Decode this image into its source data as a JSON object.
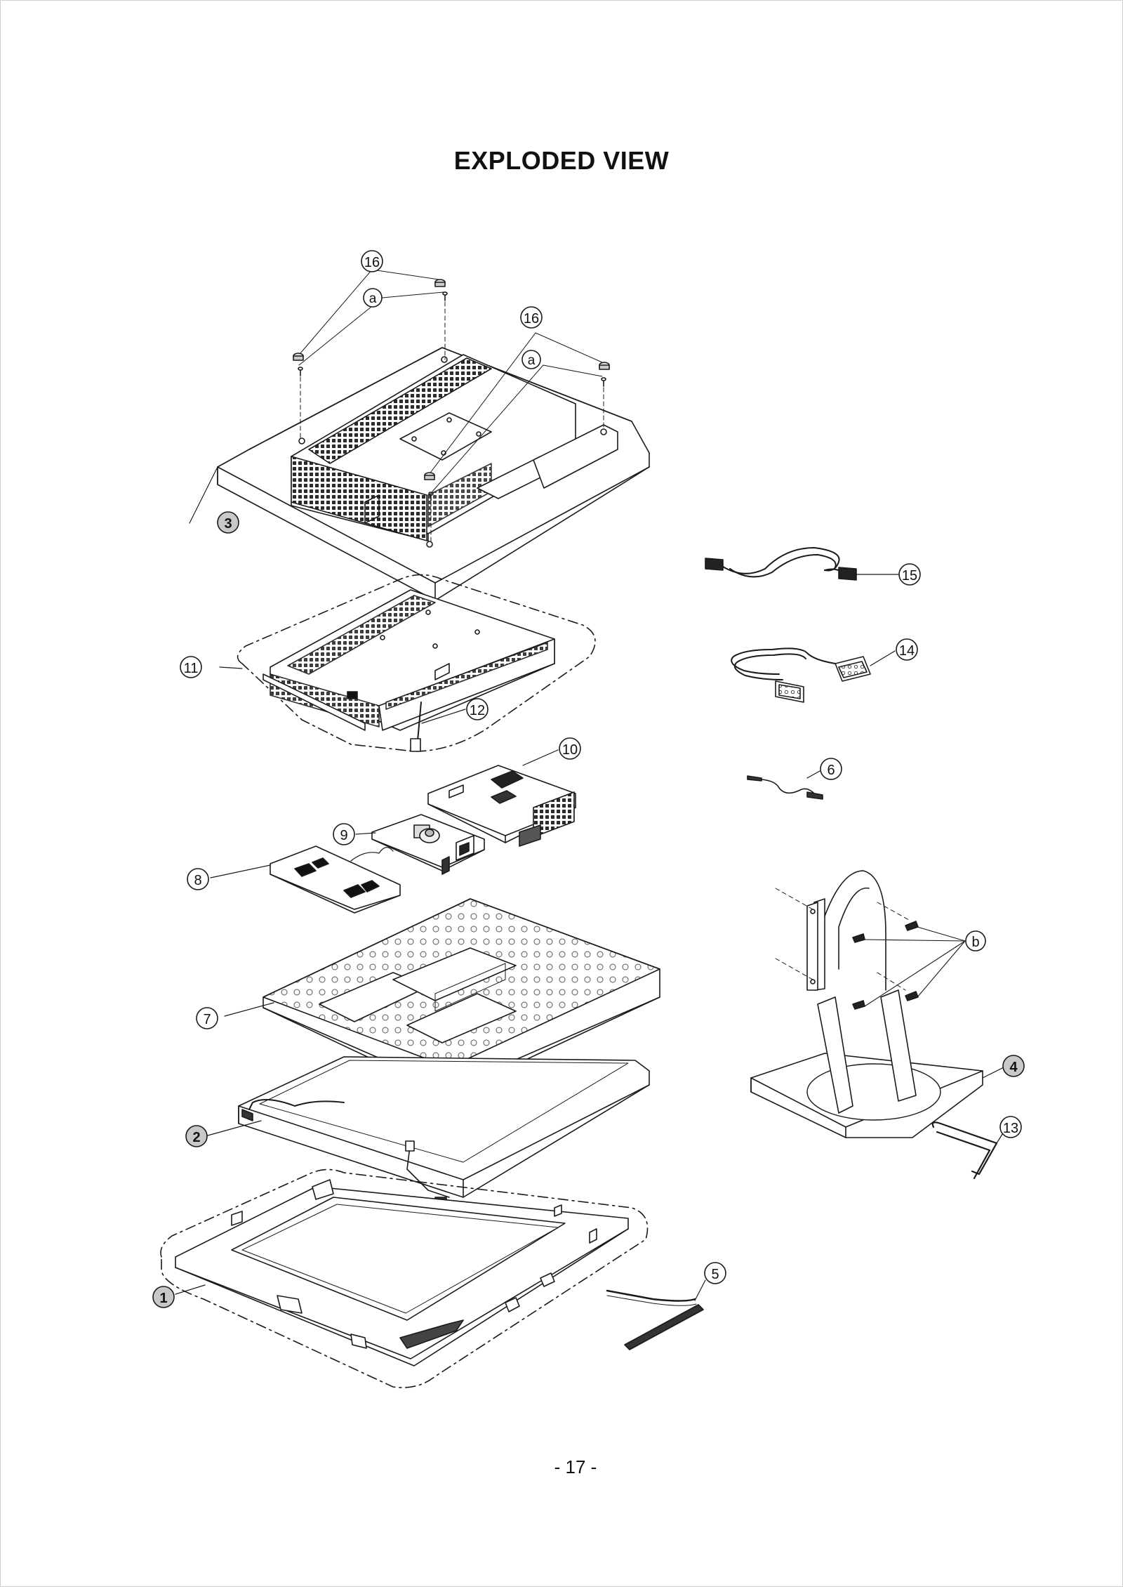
{
  "page": {
    "title": "EXPLODED VIEW",
    "page_number": "- 17 -"
  },
  "callouts": [
    {
      "id": "16",
      "label": "16",
      "style": "outline"
    },
    {
      "id": "16b",
      "label": "16",
      "style": "outline"
    },
    {
      "id": "a1",
      "label": "a",
      "style": "outline"
    },
    {
      "id": "a2",
      "label": "a",
      "style": "outline"
    },
    {
      "id": "3",
      "label": "3",
      "style": "shaded"
    },
    {
      "id": "15",
      "label": "15",
      "style": "outline"
    },
    {
      "id": "14",
      "label": "14",
      "style": "outline"
    },
    {
      "id": "11",
      "label": "11",
      "style": "outline"
    },
    {
      "id": "12",
      "label": "12",
      "style": "outline"
    },
    {
      "id": "10",
      "label": "10",
      "style": "outline"
    },
    {
      "id": "6",
      "label": "6",
      "style": "outline"
    },
    {
      "id": "9",
      "label": "9",
      "style": "outline"
    },
    {
      "id": "8",
      "label": "8",
      "style": "outline"
    },
    {
      "id": "b",
      "label": "b",
      "style": "outline"
    },
    {
      "id": "7",
      "label": "7",
      "style": "outline"
    },
    {
      "id": "4",
      "label": "4",
      "style": "shaded"
    },
    {
      "id": "13",
      "label": "13",
      "style": "outline"
    },
    {
      "id": "2",
      "label": "2",
      "style": "shaded"
    },
    {
      "id": "5",
      "label": "5",
      "style": "outline"
    },
    {
      "id": "1",
      "label": "1",
      "style": "shaded"
    }
  ],
  "colors": {
    "line": "#1a1a1a",
    "shade": "#c8c8c8",
    "vent": "#2a2a2a"
  }
}
